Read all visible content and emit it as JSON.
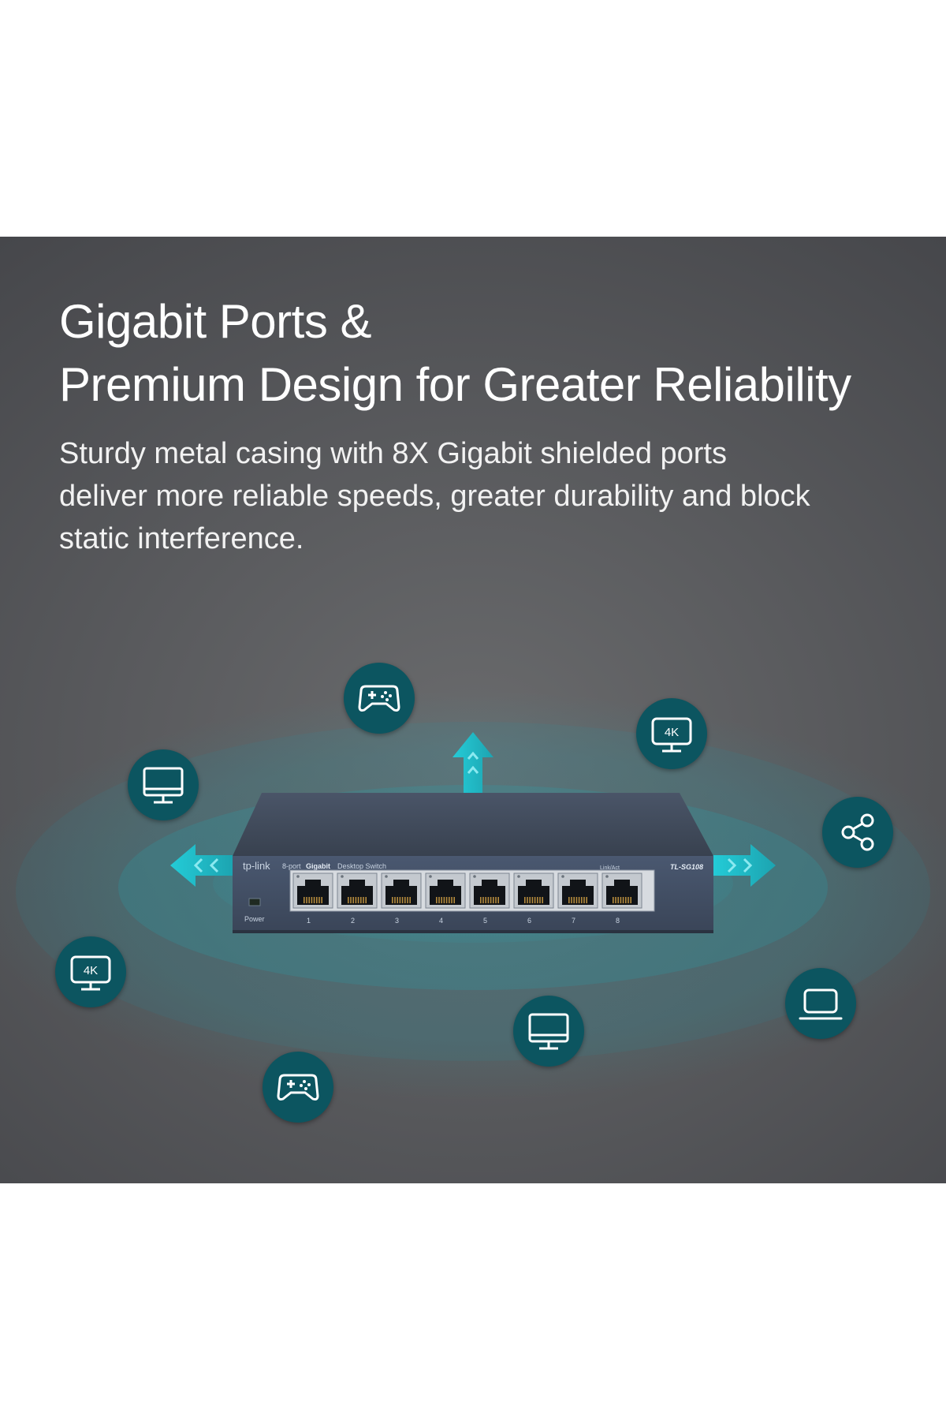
{
  "headline": {
    "line1": "Gigabit Ports &",
    "line2": "Premium Design for Greater Reliability"
  },
  "subtitle": "Sturdy metal casing with 8X Gigabit shielded ports deliver more reliable speeds, greater durability and block static interference.",
  "device": {
    "brand": "tp-link",
    "description_prefix": "8-port",
    "description_bold": "Gigabit",
    "description_suffix": "Desktop Switch",
    "model": "TL-SG108",
    "link_label": "Link/Act",
    "power_label": "Power",
    "ports": [
      "1",
      "2",
      "3",
      "4",
      "5",
      "6",
      "7",
      "8"
    ]
  },
  "badges": {
    "tv_4k_label": "4K"
  },
  "colors": {
    "accent_teal": "#1fc3cf",
    "badge_fill": "#0c5560",
    "panel_gray": "#5a5b5e",
    "switch_body": "#3d4a5c"
  },
  "icons": [
    "gamepad-icon",
    "monitor-icon",
    "tv-4k-icon",
    "share-icon",
    "laptop-icon"
  ]
}
